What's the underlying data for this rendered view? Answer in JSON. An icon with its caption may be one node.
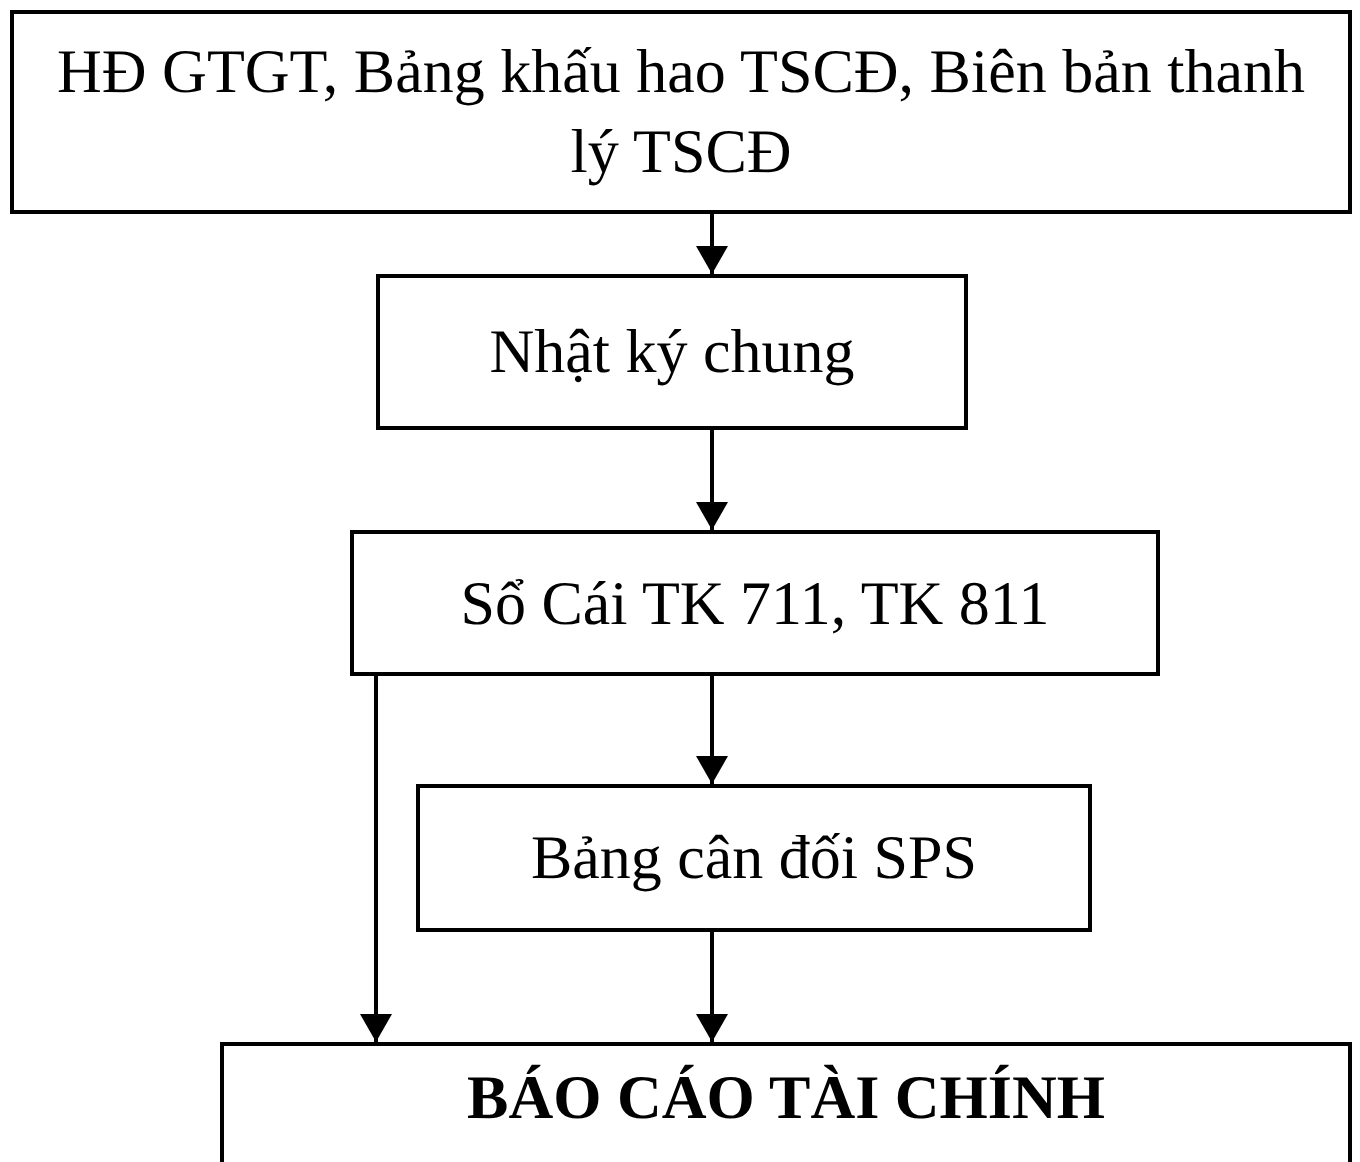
{
  "diagram": {
    "nodes": [
      {
        "text": [
          "HĐ GTGT, Bảng khấu hao TSCĐ, Biên bản thanh lý TSCĐ"
        ]
      },
      {
        "text": [
          "Nhật ký chung"
        ]
      },
      {
        "text": [
          "Sổ Cái TK 711, TK 811"
        ]
      },
      {
        "text": [
          "Bảng cân đối SPS"
        ]
      },
      {
        "text": [
          "BÁO CÁO TÀI CHÍNH"
        ]
      }
    ],
    "edges": [
      {
        "from": 0,
        "to": 1,
        "arrow": "to"
      },
      {
        "from": 1,
        "to": 2,
        "arrow": "to"
      },
      {
        "from": 2,
        "to": 3,
        "arrow": "to"
      },
      {
        "from": 2,
        "to": 4,
        "arrow": "to"
      },
      {
        "from": 3,
        "to": 4,
        "arrow": "to"
      }
    ]
  }
}
